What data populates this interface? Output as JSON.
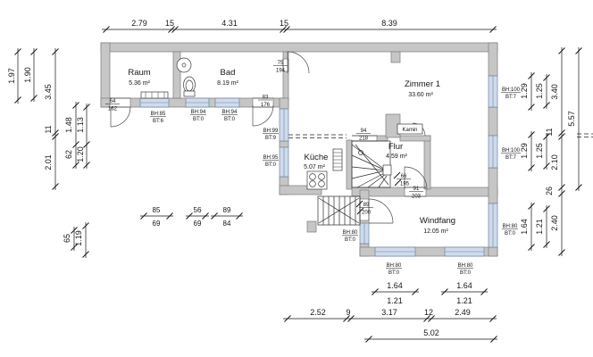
{
  "rooms": {
    "raum": {
      "name": "Raum",
      "area": "5.36 m²"
    },
    "bad": {
      "name": "Bad",
      "area": "8.19 m²"
    },
    "zimmer1": {
      "name": "Zimmer 1",
      "area": "33.60 m²"
    },
    "kueche": {
      "name": "Küche",
      "area": "5.07 m²"
    },
    "flur": {
      "name": "Flur",
      "area": "4.59 m²"
    },
    "windfang": {
      "name": "Windfang",
      "area": "12.05 m²"
    },
    "kamin": {
      "name": "Kamin"
    }
  },
  "dims": {
    "top": [
      "2.79",
      "15",
      "4.31",
      "15",
      "8.39"
    ],
    "bottom_chain": [
      "2.52",
      "9",
      "3.17",
      "12",
      "2.49"
    ],
    "bottom_total": "5.02",
    "bottom_windows": [
      {
        "t": "1.64",
        "b": "1.21"
      },
      {
        "t": "1.64",
        "b": "1.21"
      }
    ],
    "left": {
      "a": "1.97",
      "b": "1.90",
      "c": "3.45",
      "d": "11",
      "e": "2.01",
      "f": "1.48",
      "g": "62",
      "h": "1.13",
      "i": "1.20",
      "j": "65",
      "k": "1.19"
    },
    "right": {
      "a": "1.29",
      "b": "1.25",
      "c": "1.29",
      "d": "1.25",
      "e": "3.40",
      "f": "11",
      "g": "2.10",
      "h": "26",
      "i": "2.40",
      "j": "5.57",
      "k": "1.64",
      "l": "1.21"
    },
    "mid": [
      {
        "t": "85",
        "b": "69"
      },
      {
        "t": "56",
        "b": "69"
      },
      {
        "t": "89",
        "b": "84"
      }
    ]
  },
  "doors": {
    "raum": {
      "w": "64",
      "h": "162"
    },
    "bad_zimmer": {
      "w": "75",
      "h": "194"
    },
    "bad": {
      "w": "83",
      "h": "176"
    },
    "flur_top": {
      "w": "94",
      "h": "218"
    },
    "flur_pass": {
      "w": "66",
      "h": "195"
    },
    "windfang_flur": {
      "w": "91",
      "h": "203"
    },
    "windfang_entry": {
      "w": "89",
      "h": "200"
    }
  },
  "windows": {
    "raum": {
      "bh": "BH:85",
      "bt": "BT:6"
    },
    "bad1": {
      "bh": "BH:94",
      "bt": "BT:0"
    },
    "bad2": {
      "bh": "BH:94",
      "bt": "BT:0"
    },
    "west1": {
      "bh": "BH:99",
      "bt": "BT:9"
    },
    "west2": {
      "bh": "BH:95",
      "bt": "BT:0"
    },
    "east1": {
      "bh": "BH:100",
      "bt": "BT:7"
    },
    "east2": {
      "bh": "BH:100",
      "bt": "BT:7"
    },
    "east_wf": {
      "bh": "BH:80",
      "bt": "BT:0"
    },
    "wf_left": {
      "bh": "BH:80",
      "bt": "BT:0"
    },
    "wf_b1": {
      "bh": "BH:80",
      "bt": "BT:0"
    },
    "wf_b2": {
      "bh": "BH:80",
      "bt": "BT:0"
    }
  },
  "colors": {
    "wall": "#c6c6c6",
    "window": "#cfdbeb",
    "line": "#141414"
  }
}
